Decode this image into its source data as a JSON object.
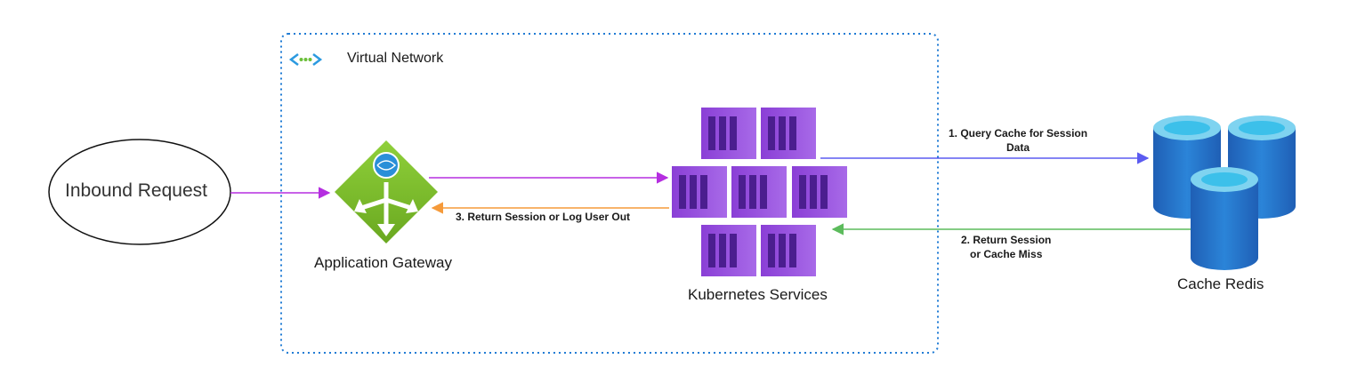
{
  "vnet": {
    "title": "Virtual Network",
    "border_color": "#1f7bd4"
  },
  "nodes": {
    "inbound": {
      "label": "Inbound Request"
    },
    "gateway": {
      "label": "Application Gateway",
      "icon": "application-gateway-icon"
    },
    "kubernetes": {
      "label": "Kubernetes Services",
      "icon": "kubernetes-services-icon"
    },
    "redis": {
      "label": "Cache Redis",
      "icon": "cache-redis-icon"
    }
  },
  "edges": {
    "query": {
      "label_line1": "1. Query Cache for Session",
      "label_line2": "Data",
      "color": "#5b5bf0"
    },
    "return_session": {
      "label_line1": "2. Return Session",
      "label_line2": "or Cache Miss",
      "color": "#5cbb5c"
    },
    "return_or_logout": {
      "label": "3. Return Session or Log User Out",
      "color": "#f59a3a"
    },
    "inbound_to_gateway": {
      "color": "#b52ee0"
    },
    "gateway_to_k8s": {
      "color": "#b52ee0"
    }
  }
}
